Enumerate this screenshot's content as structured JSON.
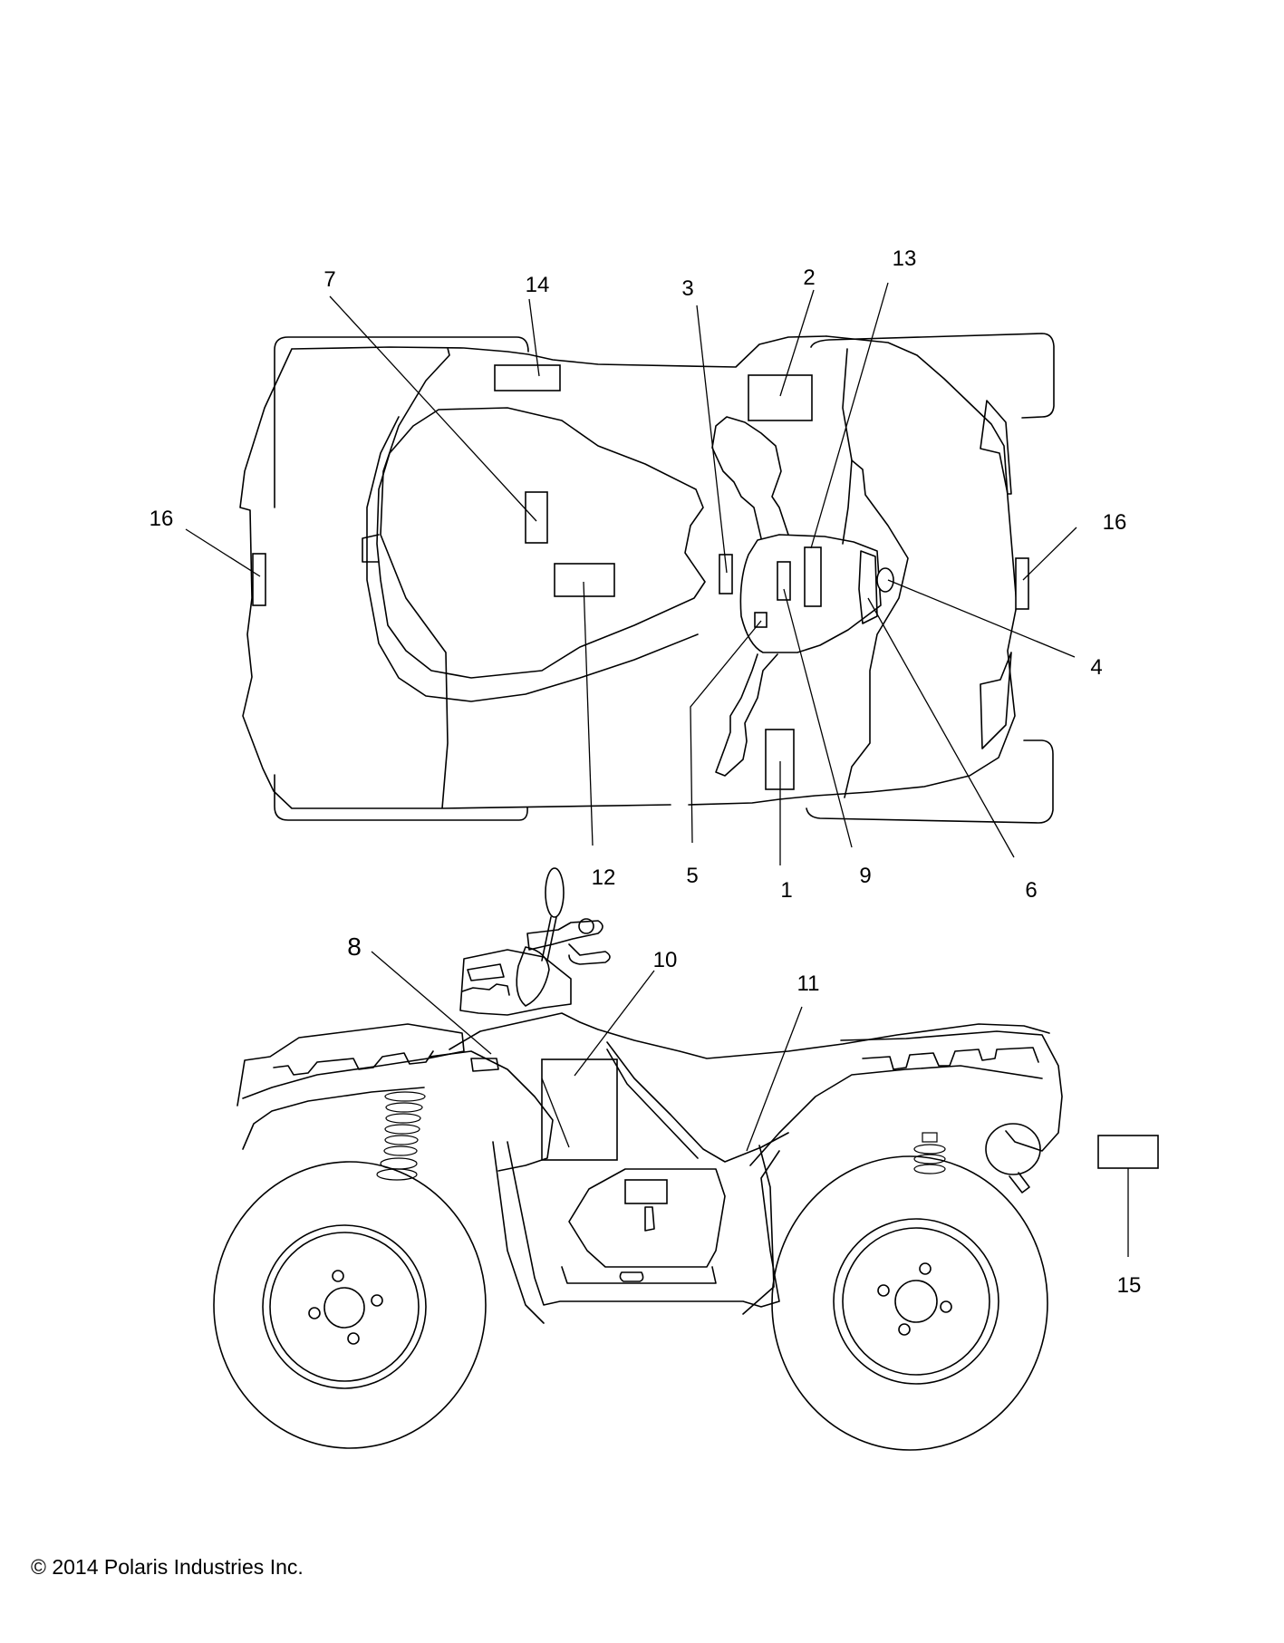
{
  "document": {
    "type": "parts-diagram",
    "subject": "ATV decals / labels placement",
    "views": [
      "top-view",
      "side-view"
    ]
  },
  "callouts": {
    "c1": "1",
    "c2": "2",
    "c3": "3",
    "c4": "4",
    "c5": "5",
    "c6": "6",
    "c7": "7",
    "c8": "8",
    "c9": "9",
    "c10": "10",
    "c11": "11",
    "c12": "12",
    "c13": "13",
    "c14": "14",
    "c15": "15",
    "c16_left": "16",
    "c16_right": "16"
  },
  "footer": {
    "copyright": "© 2014 Polaris Industries Inc."
  }
}
